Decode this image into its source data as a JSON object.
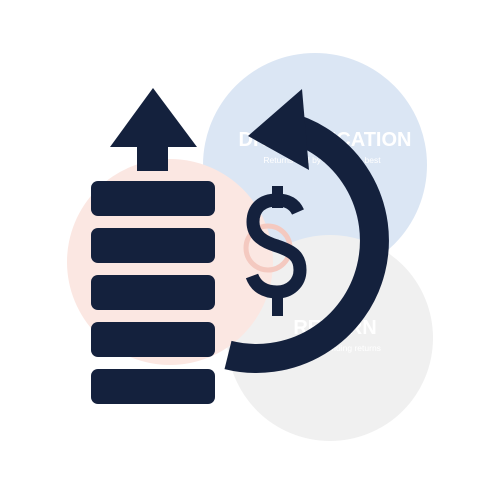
{
  "colors": {
    "background": "#ffffff",
    "icon": "#14213d",
    "circle_blue": "#dbe6f4",
    "circle_peach": "#fbe7e2",
    "circle_gray": "#f0f0f0",
    "ghost_text": "#ffffff"
  },
  "ghost_labels": {
    "circle_top_title": "DIVERSIFICATION",
    "circle_top_sub": "Returns and by mixing the best",
    "circle_bottom_title": "RETURN",
    "circle_bottom_sub": "Average at depending returns"
  },
  "icons": {
    "arrow": "up-arrow-icon",
    "coins": "coin-stack-icon",
    "cycle": "circular-arrow-icon",
    "dollar": "dollar-sign-icon"
  }
}
